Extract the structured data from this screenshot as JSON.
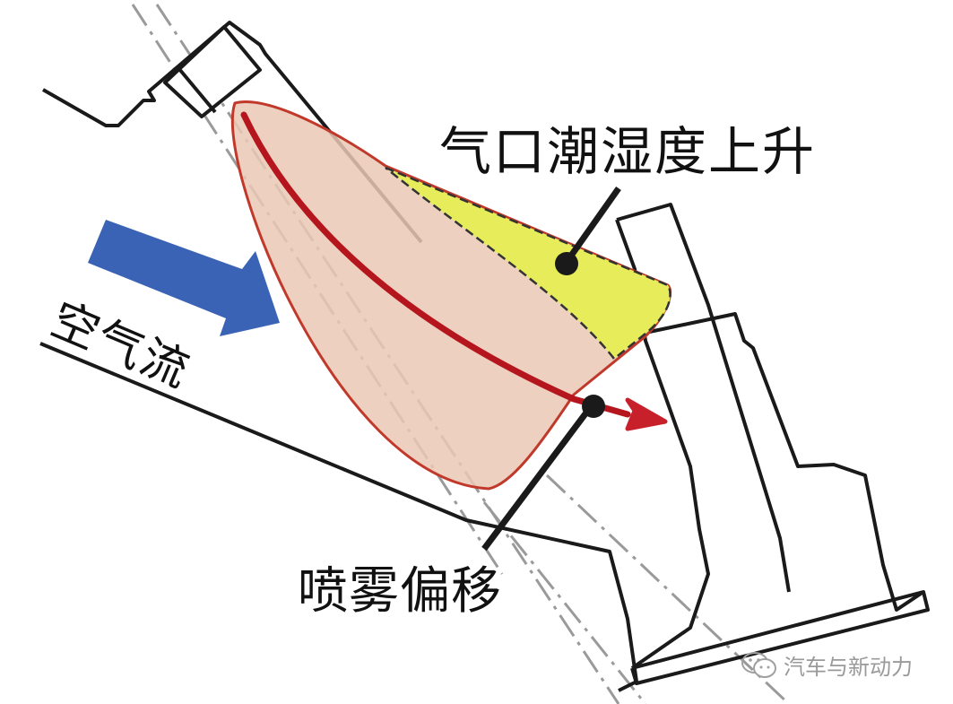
{
  "diagram": {
    "type": "intake-port-fuel-spray-schematic",
    "labels": {
      "port_humidity_rise": "气口潮湿度上升",
      "spray_deviation": "喷雾偏移",
      "airflow": "空气流"
    },
    "watermark": {
      "icon": "wechat-icon",
      "text": "汽车与新动力"
    },
    "colors": {
      "outline": "#1a1a1a",
      "spray_fill": "#eac8b4",
      "spray_outline": "#c0392b",
      "spray_axis": "#b5161e",
      "wet_zone_fill": "#e6ec5a",
      "airflow_arrow": "#3a63b5",
      "centerline": "#9a9a9a",
      "leader_line": "#1a1a1a"
    },
    "elements": [
      {
        "name": "injector",
        "description": "fuel injector body at top-left"
      },
      {
        "name": "spray-plume",
        "description": "cone-shaped fuel spray"
      },
      {
        "name": "spray-axis-arrow",
        "description": "curved red arrow showing deflected spray direction"
      },
      {
        "name": "wet-zone",
        "description": "yellow dashed region where port wall wetting increases"
      },
      {
        "name": "airflow-arrow",
        "description": "blue arrow showing intake air flow"
      },
      {
        "name": "intake-valve",
        "description": "valve stem and head at right"
      },
      {
        "name": "port-wall",
        "description": "intake port lower wall"
      }
    ]
  }
}
